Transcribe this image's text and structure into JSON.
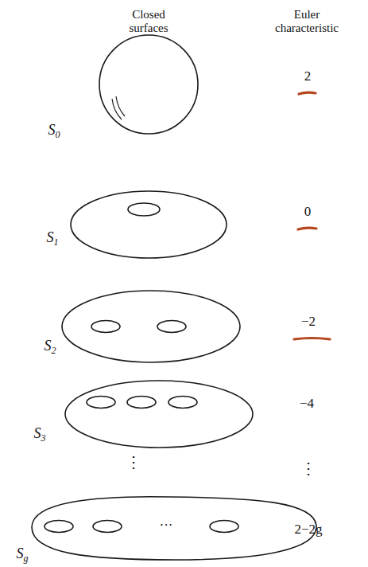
{
  "diagram": {
    "labels": [
      "Closed surfaces",
      "Euler characteristic",
      "S0",
      "2",
      "S1",
      "0",
      "S2",
      "−2",
      "S3",
      "−4",
      "⋮",
      "⋮",
      "···",
      "Sg",
      "2−2g"
    ]
  }
}
